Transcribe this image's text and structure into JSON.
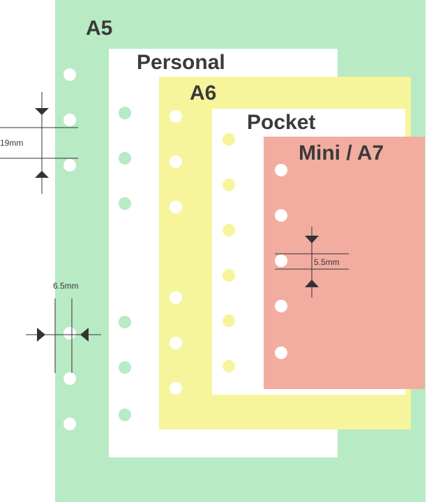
{
  "colors": {
    "a5": "#b8eac4",
    "personal": "#ffffff",
    "a6": "#f7f59c",
    "pocket": "#ffffff",
    "mini": "#f2ada0",
    "dimension": "#333333"
  },
  "sheets": {
    "a5": {
      "label": "A5"
    },
    "personal": {
      "label": "Personal"
    },
    "a6": {
      "label": "A6"
    },
    "pocket": {
      "label": "Pocket"
    },
    "mini": {
      "label": "Mini / A7"
    }
  },
  "dimensions": {
    "hole_spacing_large": "19mm",
    "hole_diameter": "6.5mm",
    "hole_spacing_small": "5.5mm"
  }
}
